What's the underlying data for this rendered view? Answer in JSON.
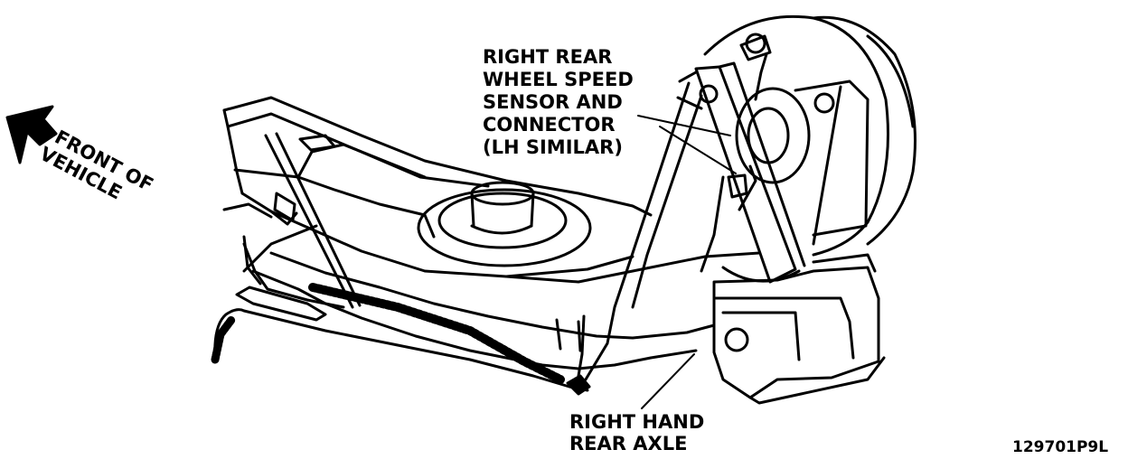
{
  "labels": {
    "front_line1": "FRONT OF",
    "front_line2": "VEHICLE",
    "sensor_line1": "RIGHT REAR",
    "sensor_line2": "WHEEL SPEED",
    "sensor_line3": "SENSOR AND",
    "sensor_line4": "CONNECTOR",
    "sensor_line5": "(LH SIMILAR)",
    "axle_line1": "RIGHT HAND",
    "axle_line2": "REAR AXLE",
    "figure_code": "129701P9L"
  },
  "colors": {
    "ink": "#000000",
    "paper": "#ffffff"
  }
}
